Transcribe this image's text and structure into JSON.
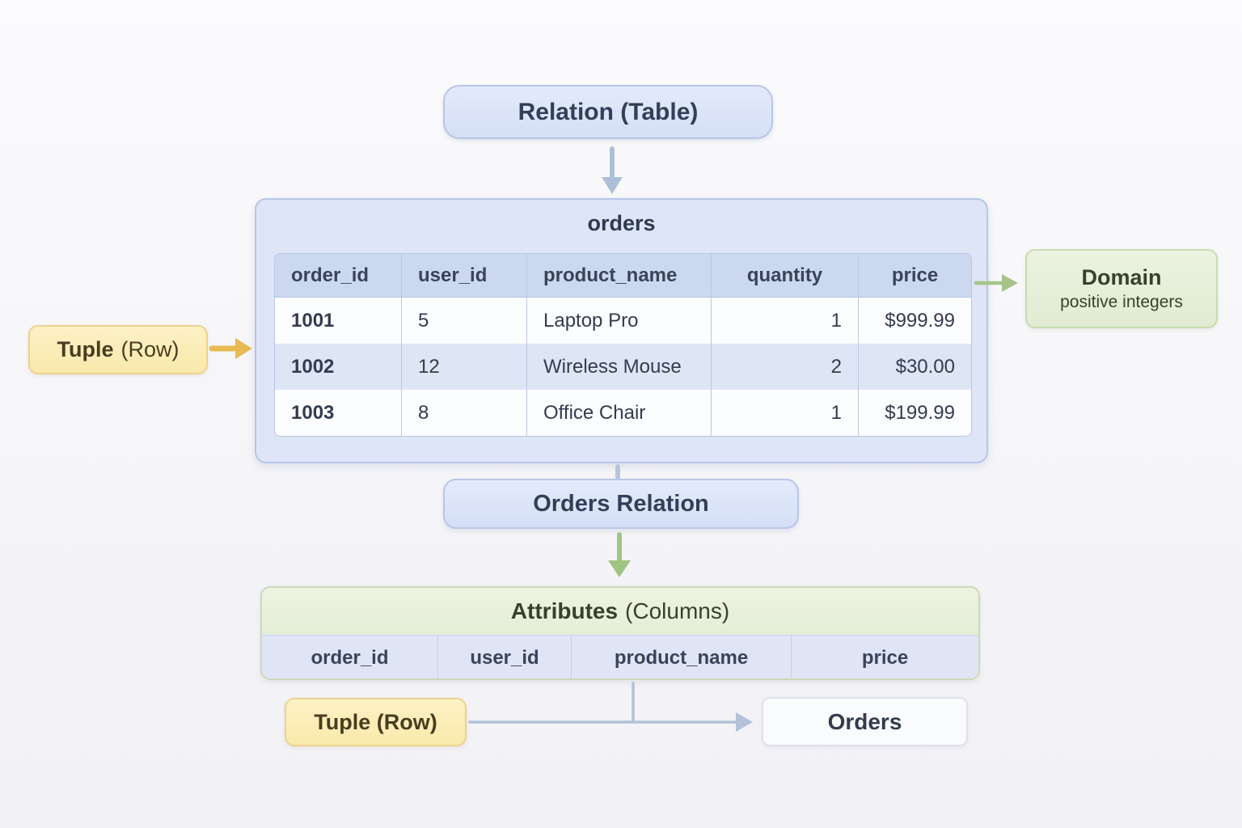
{
  "title_pill": "Relation (Table)",
  "orders_table": {
    "title": "orders",
    "headers": [
      "order_id",
      "user_id",
      "product_name",
      "quantity",
      "price"
    ],
    "rows": [
      [
        "1001",
        "5",
        "Laptop Pro",
        "1",
        "$999.99"
      ],
      [
        "1002",
        "12",
        "Wireless Mouse",
        "2",
        "$30.00"
      ],
      [
        "1003",
        "8",
        "Office Chair",
        "1",
        "$199.99"
      ]
    ]
  },
  "tuple_callout": {
    "bold": "Tuple",
    "rest": "(Row)"
  },
  "domain_callout": {
    "title": "Domain",
    "subtitle": "positive integers"
  },
  "orders_relation_pill": "Orders Relation",
  "attributes_panel": {
    "title_bold": "Attributes",
    "title_rest": "(Columns)",
    "columns": [
      "order_id",
      "user_id",
      "product_name",
      "price"
    ]
  },
  "bottom_tuple_callout": "Tuple (Row)",
  "orders_node": "Orders",
  "colors": {
    "blue_fill": "#dce4f6",
    "blue_border": "#b7c7e6",
    "green_fill": "#e6efdc",
    "green_border": "#c7dcb0",
    "yellow_fill": "#fceebb",
    "yellow_border": "#edd28d",
    "arrow_blue": "#aebfd8",
    "arrow_green": "#a2c584",
    "arrow_orange": "#e9ba52"
  }
}
